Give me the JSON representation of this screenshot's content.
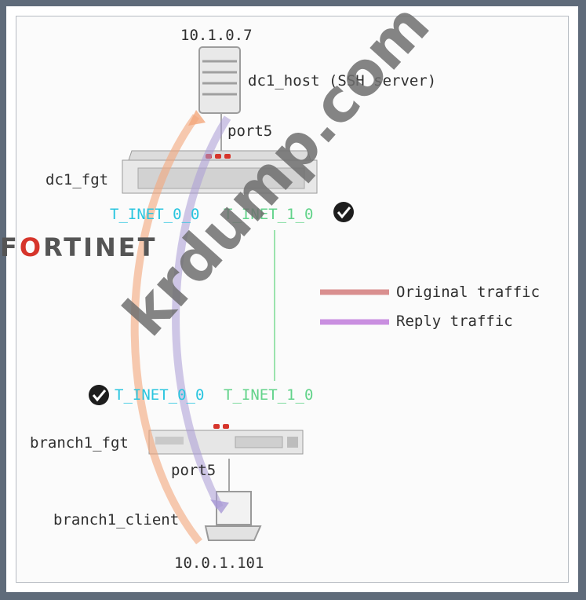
{
  "labels": {
    "server_ip": "10.1.0.7",
    "server_name": "dc1_host (SSH server)",
    "dc_port": "port5",
    "dc_fgt": "dc1_fgt",
    "dc_tunnel_0": "T_INET_0_0",
    "dc_tunnel_1": "T_INET_1_0",
    "branch_tunnel_0": "T_INET_0_0",
    "branch_tunnel_1": "T_INET_1_0",
    "branch_fgt": "branch1_fgt",
    "branch_port": "port5",
    "client_name": "branch1_client",
    "client_ip": "10.0.1.101"
  },
  "legend": {
    "original": "Original traffic",
    "reply": "Reply traffic"
  },
  "brand": {
    "logo_text": "FORTINET"
  },
  "watermark": {
    "text": "krdump.com"
  },
  "colors": {
    "original_traffic": "#f4a77c",
    "reply_traffic": "#a99ad6",
    "tunnel_0": "#29c5df",
    "tunnel_1": "#62d38a",
    "brand_red": "#d6352b"
  }
}
